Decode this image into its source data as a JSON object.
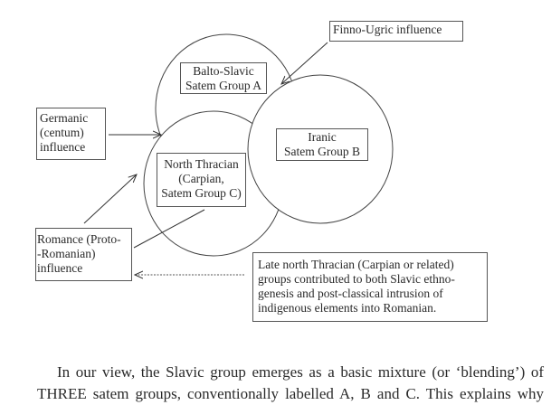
{
  "diagram": {
    "circles": [
      {
        "label_lines": [
          "Balto-Slavic",
          "Satem Group A"
        ]
      },
      {
        "label_lines": [
          "Iranic",
          "Satem Group B"
        ]
      },
      {
        "label_lines": [
          "North Thracian",
          "(Carpian,",
          "Satem Group C)"
        ]
      }
    ],
    "influences": {
      "finno_ugric": "Finno-Ugric influence",
      "germanic": [
        "Germanic",
        "(centum)",
        "influence"
      ],
      "romance": [
        "Romance (Proto-",
        "-Romanian)",
        "influence"
      ]
    },
    "note": [
      "Late north Thracian (Carpian or related)",
      "groups contributed to both Slavic ethno-",
      "genesis and post-classical intrusion of",
      "indigenous elements into Romanian."
    ]
  },
  "body_text": "In our view, the Slavic group emerges as a basic mixture (or ‘blending’) of THREE satem groups, conventionally labelled A, B and C. This explains why"
}
